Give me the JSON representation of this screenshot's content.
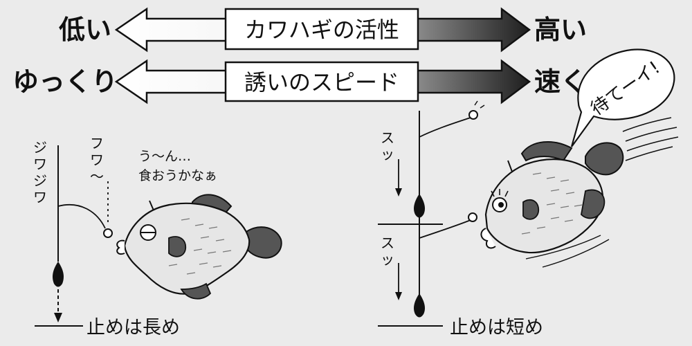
{
  "activity_scale": {
    "low_label": "低い",
    "center_label": "カワハギの活性",
    "high_label": "高い"
  },
  "speed_scale": {
    "low_label": "ゆっくり",
    "center_label": "誘いのスピード",
    "high_label": "速く"
  },
  "left_scene": {
    "motion_jiwa": [
      "ジ",
      "ワ",
      "ジ",
      "ワ"
    ],
    "motion_fuwa": [
      "フ",
      "ワ",
      "〜"
    ],
    "fish_thought_line1": "う〜ん…",
    "fish_thought_line2": "食おうかなぁ",
    "stop_caption": "止めは長め"
  },
  "right_scene": {
    "motion_sutsu_upper": [
      "ス",
      "ッ"
    ],
    "motion_sutsu_lower": [
      "ス",
      "ッ"
    ],
    "fish_shout": "待てーイ!",
    "stop_caption": "止めは短め"
  },
  "colors": {
    "background": "#ebebeb",
    "ink": "#111111",
    "arrow_light": "#ffffff",
    "arrow_dark": "#1a1a1a",
    "fish_body": "#e8e8e8",
    "fin_dark": "#555555"
  }
}
